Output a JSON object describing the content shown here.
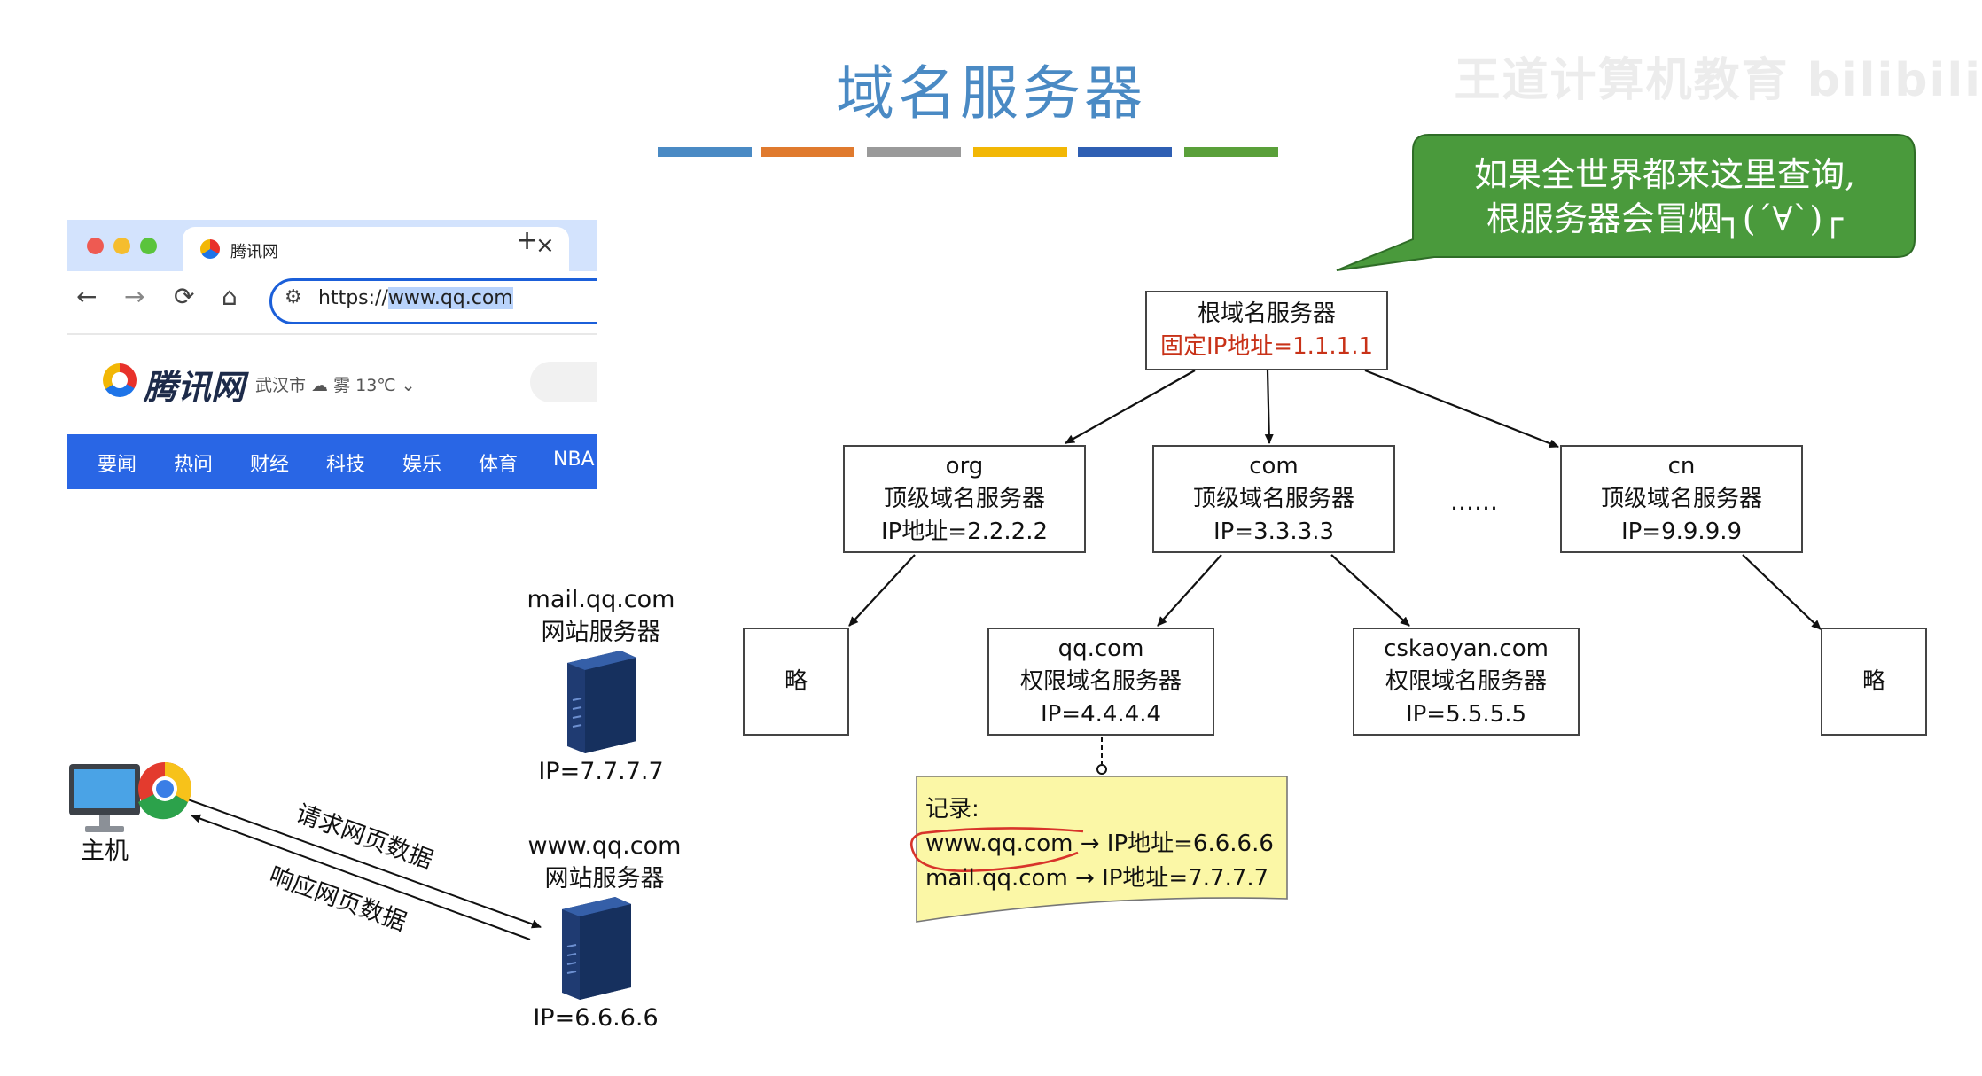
{
  "title": "域名服务器",
  "divider_colors": [
    "#4a8ac4",
    "#e07a2e",
    "#9a9a9a",
    "#f2b705",
    "#2f5fb3",
    "#5aa03a"
  ],
  "watermark": "王道计算机教育 bilibili",
  "callout": {
    "line1": "如果全世界都来这里查询,",
    "line2": "根服务器会冒烟┐(´∀`)┌",
    "fill": "#4a9a3c"
  },
  "browser": {
    "tab_title": "腾讯网",
    "tab_close": "×",
    "tab_add": "+",
    "nav": {
      "back": "←",
      "forward": "→",
      "reload": "⟳",
      "home": "⌂",
      "site_info": "⚙"
    },
    "url_prefix": "https://",
    "url_host": "www.qq.com",
    "brand": "腾讯网",
    "weather": "武汉市 ☁ 雾 13℃ ⌄",
    "menu": [
      "要闻",
      "热问",
      "财经",
      "科技",
      "娱乐",
      "体育",
      "NBA"
    ],
    "accent": "#2966e5"
  },
  "root": {
    "name": "根域名服务器",
    "ip": "固定IP地址=1.1.1.1"
  },
  "tld": [
    {
      "domain": "org",
      "role": "顶级域名服务器",
      "ip": "IP地址=2.2.2.2"
    },
    {
      "domain": "com",
      "role": "顶级域名服务器",
      "ip": "IP=3.3.3.3"
    },
    {
      "domain": "cn",
      "role": "顶级域名服务器",
      "ip": "IP=9.9.9.9"
    }
  ],
  "ellipsis": "……",
  "auth": [
    {
      "domain": "qq.com",
      "role": "权限域名服务器",
      "ip": "IP=4.4.4.4"
    },
    {
      "domain": "cskaoyan.com",
      "role": "权限域名服务器",
      "ip": "IP=5.5.5.5"
    }
  ],
  "omitted": "略",
  "record": {
    "heading": "记录:",
    "line1": "www.qq.com → IP地址=6.6.6.6",
    "line2": "mail.qq.com → IP地址=7.7.7.7",
    "fill": "#fbf7a6"
  },
  "mail_server": {
    "domain": "mail.qq.com",
    "role": "网站服务器",
    "ip": "IP=7.7.7.7"
  },
  "web_server": {
    "domain": "www.qq.com",
    "role": "网站服务器",
    "ip": "IP=6.6.6.6"
  },
  "host_label": "主机",
  "request_label": "请求网页数据",
  "response_label": "响应网页数据"
}
